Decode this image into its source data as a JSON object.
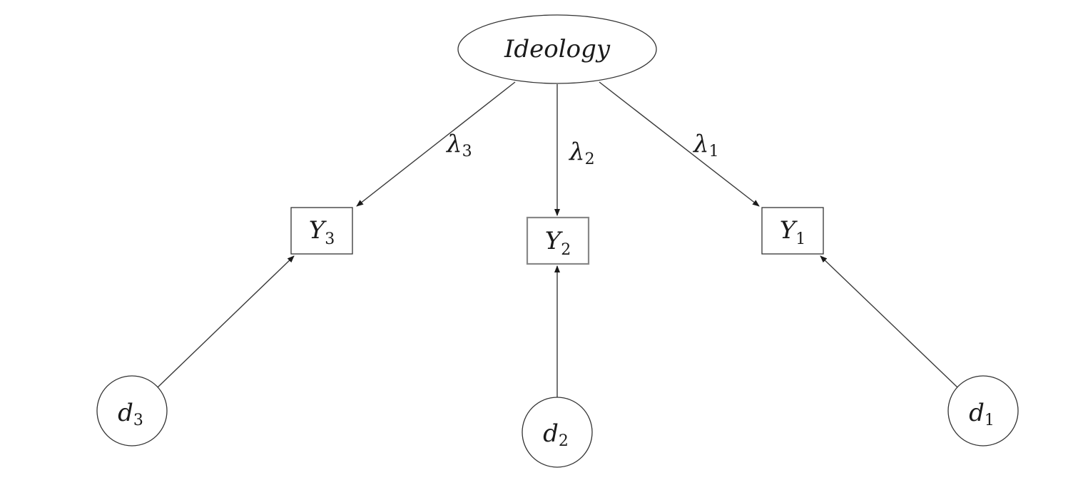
{
  "latent": {
    "label": "Ideology"
  },
  "indicators": [
    {
      "base": "Y",
      "sub": "3"
    },
    {
      "base": "Y",
      "sub": "2"
    },
    {
      "base": "Y",
      "sub": "1"
    }
  ],
  "errors": [
    {
      "base": "d",
      "sub": "3"
    },
    {
      "base": "d",
      "sub": "2"
    },
    {
      "base": "d",
      "sub": "1"
    }
  ],
  "loadings": [
    {
      "base": "λ",
      "sub": "3"
    },
    {
      "base": "λ",
      "sub": "2"
    },
    {
      "base": "λ",
      "sub": "1"
    }
  ],
  "colors": {
    "stroke": "#333333",
    "highlight_box": "#888888"
  }
}
